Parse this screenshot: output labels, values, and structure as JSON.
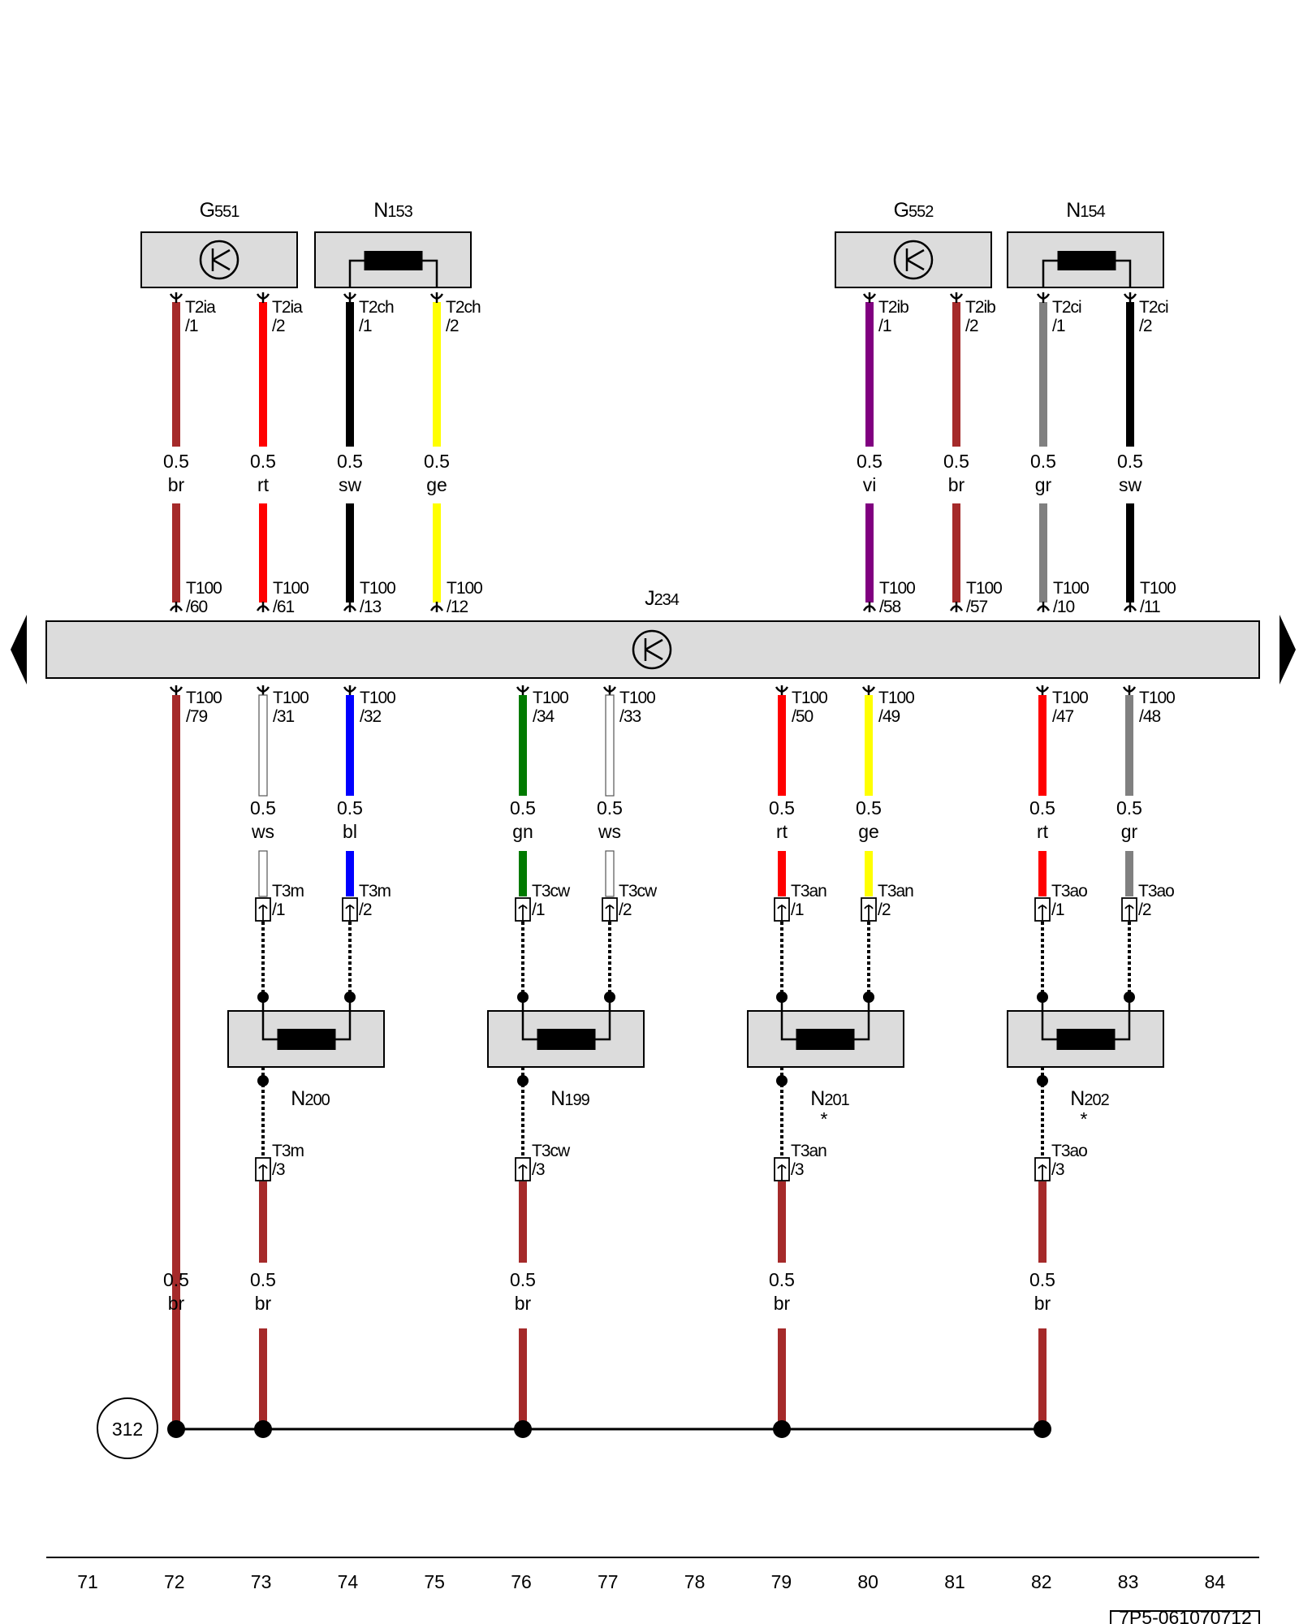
{
  "colors": {
    "br": "#a52a2a",
    "rt": "#ff0000",
    "sw": "#000000",
    "ge": "#ffff00",
    "vi": "#800080",
    "gr": "#808080",
    "ws": "#ffffff",
    "bl": "#0000ff",
    "gn": "#007a00"
  },
  "top_components": [
    {
      "id": "G551",
      "label": "G551",
      "type": "sensor"
    },
    {
      "id": "N153",
      "label": "N153",
      "type": "resistor"
    },
    {
      "id": "G552",
      "label": "G552",
      "type": "sensor"
    },
    {
      "id": "N154",
      "label": "N154",
      "type": "resistor"
    }
  ],
  "top_wires": [
    {
      "conn": "T2ia",
      "pin": "/1",
      "size": "0.5",
      "color": "br",
      "t100": "/60"
    },
    {
      "conn": "T2ia",
      "pin": "/2",
      "size": "0.5",
      "color": "rt",
      "t100": "/61"
    },
    {
      "conn": "T2ch",
      "pin": "/1",
      "size": "0.5",
      "color": "sw",
      "t100": "/13"
    },
    {
      "conn": "T2ch",
      "pin": "/2",
      "size": "0.5",
      "color": "ge",
      "t100": "/12"
    },
    {
      "conn": "T2ib",
      "pin": "/1",
      "size": "0.5",
      "color": "vi",
      "t100": "/58"
    },
    {
      "conn": "T2ib",
      "pin": "/2",
      "size": "0.5",
      "color": "br",
      "t100": "/57"
    },
    {
      "conn": "T2ci",
      "pin": "/1",
      "size": "0.5",
      "color": "gr",
      "t100": "/10"
    },
    {
      "conn": "T2ci",
      "pin": "/2",
      "size": "0.5",
      "color": "sw",
      "t100": "/11"
    }
  ],
  "control_unit": {
    "label": "J234"
  },
  "t100_label": "T100",
  "bottom_wires": [
    {
      "t100": "/79",
      "size": "0.5",
      "color": "br"
    },
    {
      "t100": "/31",
      "size": "0.5",
      "color": "ws",
      "conn": "T3m",
      "pin": "/1"
    },
    {
      "t100": "/32",
      "size": "0.5",
      "color": "bl",
      "conn": "T3m",
      "pin": "/2"
    },
    {
      "t100": "/34",
      "size": "0.5",
      "color": "gn",
      "conn": "T3cw",
      "pin": "/1"
    },
    {
      "t100": "/33",
      "size": "0.5",
      "color": "ws",
      "conn": "T3cw",
      "pin": "/2"
    },
    {
      "t100": "/50",
      "size": "0.5",
      "color": "rt",
      "conn": "T3an",
      "pin": "/1"
    },
    {
      "t100": "/49",
      "size": "0.5",
      "color": "ge",
      "conn": "T3an",
      "pin": "/2"
    },
    {
      "t100": "/47",
      "size": "0.5",
      "color": "rt",
      "conn": "T3ao",
      "pin": "/1"
    },
    {
      "t100": "/48",
      "size": "0.5",
      "color": "gr",
      "conn": "T3ao",
      "pin": "/2"
    }
  ],
  "actuators": [
    {
      "label": "N200",
      "note": "",
      "conn": "T3m",
      "pin": "/3"
    },
    {
      "label": "N199",
      "note": "",
      "conn": "T3cw",
      "pin": "/3"
    },
    {
      "label": "N201",
      "note": "*",
      "conn": "T3an",
      "pin": "/3"
    },
    {
      "label": "N202",
      "note": "*",
      "conn": "T3ao",
      "pin": "/3"
    }
  ],
  "ground_wires": [
    {
      "size": "0.5",
      "color": "br"
    },
    {
      "size": "0.5",
      "color": "br"
    },
    {
      "size": "0.5",
      "color": "br"
    },
    {
      "size": "0.5",
      "color": "br"
    },
    {
      "size": "0.5",
      "color": "br"
    }
  ],
  "ground_point": {
    "label": "312"
  },
  "column_numbers": [
    "71",
    "72",
    "73",
    "74",
    "75",
    "76",
    "77",
    "78",
    "79",
    "80",
    "81",
    "82",
    "83",
    "84"
  ],
  "doc_code": "7P5-061070712"
}
